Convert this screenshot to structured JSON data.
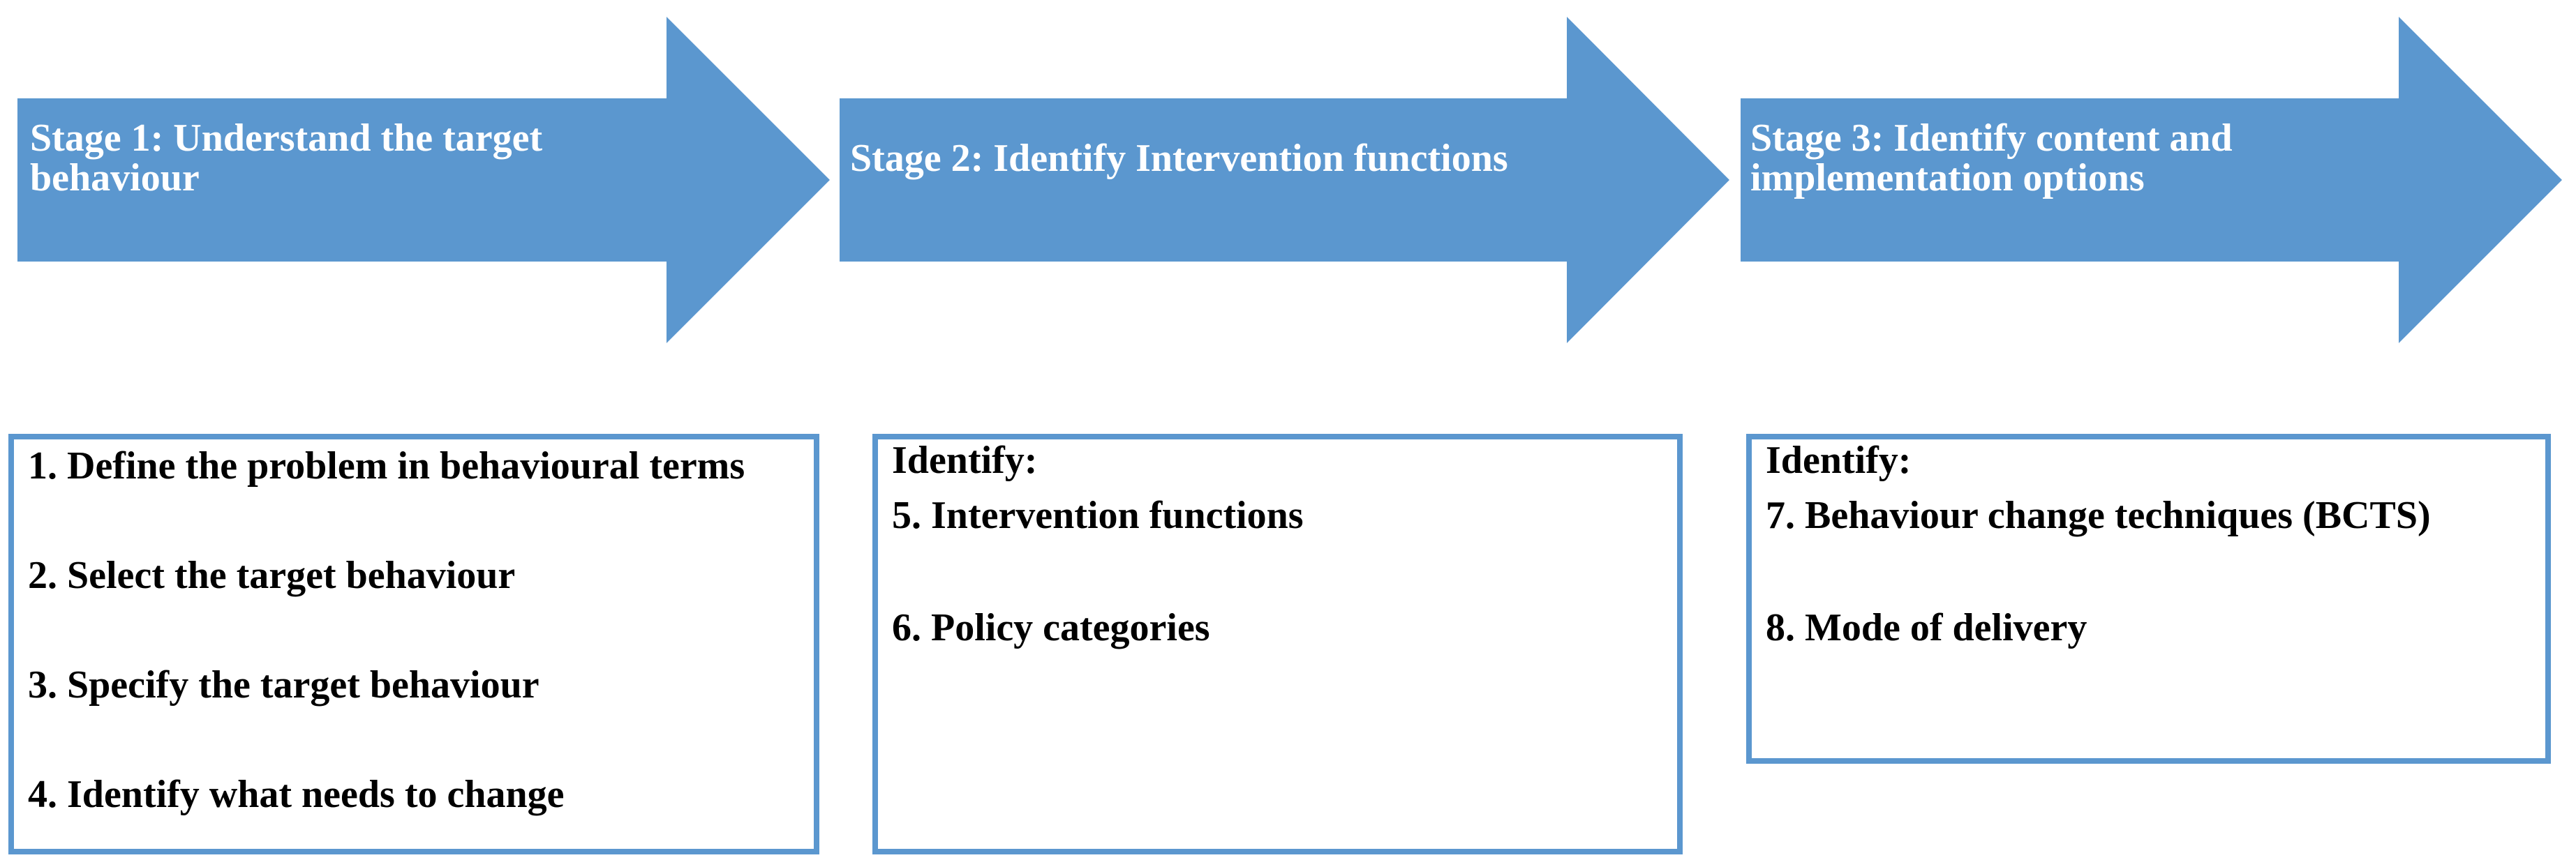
{
  "colors": {
    "accent": "#5b97cf",
    "arrow_text": "#ffffff",
    "box_text": "#000000",
    "background": "#ffffff"
  },
  "stages": [
    {
      "label": "Stage 1: Understand the target behaviour"
    },
    {
      "label": "Stage 2: Identify Intervention functions"
    },
    {
      "label": "Stage 3: Identify content and implementation options"
    }
  ],
  "boxes": [
    {
      "items": [
        "1. Define the problem in behavioural terms",
        "2. Select the target behaviour",
        "3. Specify the target behaviour",
        "4. Identify what needs to change"
      ]
    },
    {
      "heading": "Identify:",
      "items": [
        "5. Intervention functions",
        "6. Policy categories"
      ]
    },
    {
      "heading": "Identify:",
      "items": [
        "7. Behaviour change techniques (BCTS)",
        "8. Mode of delivery"
      ]
    }
  ]
}
